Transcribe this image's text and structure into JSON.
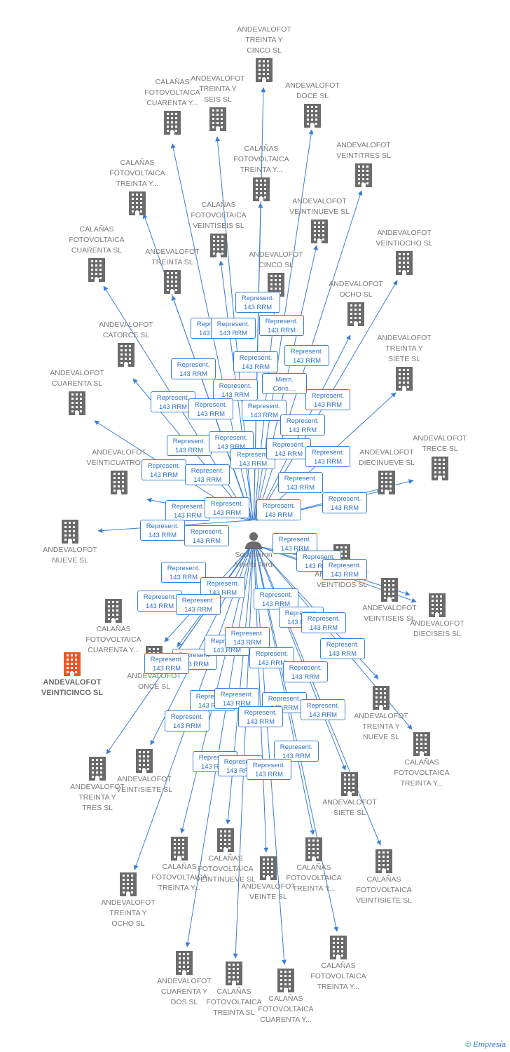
{
  "center": {
    "name_line1": "Soucheiron",
    "name_line2": "Almela Jordi"
  },
  "focus": {
    "line1": "ANDEVALOFOT",
    "line2": "VEINTICINCO SL"
  },
  "nodes": [
    {
      "id": "n1",
      "lines": [
        "ANDEVALOFOT",
        "TREINTA Y",
        "CINCO SL"
      ],
      "pos": "top"
    },
    {
      "id": "n2",
      "lines": [
        "CALAÑAS",
        "FOTOVOLTAICA",
        "CUARENTA Y..."
      ],
      "pos": "top"
    },
    {
      "id": "n3",
      "lines": [
        "ANDEVALOFOT",
        "TREINTA Y",
        "SEIS SL"
      ],
      "pos": "top"
    },
    {
      "id": "n4",
      "lines": [
        "ANDEVALOFOT",
        "DOCE SL"
      ],
      "pos": "top"
    },
    {
      "id": "n5",
      "lines": [
        "CALAÑAS",
        "FOTOVOLTAICA",
        "TREINTA Y..."
      ],
      "pos": "top"
    },
    {
      "id": "n6",
      "lines": [
        "ANDEVALOFOT",
        "VEINTITRES SL"
      ],
      "pos": "top"
    },
    {
      "id": "n7",
      "lines": [
        "CALAÑAS",
        "FOTOVOLTAICA",
        "TREINTA Y..."
      ],
      "pos": "top"
    },
    {
      "id": "n8",
      "lines": [
        "CALAÑAS",
        "FOTOVOLTAICA",
        "VEINTISEIS SL"
      ],
      "pos": "top"
    },
    {
      "id": "n9",
      "lines": [
        "ANDEVALOFOT",
        "VEINTINUEVE SL"
      ],
      "pos": "top"
    },
    {
      "id": "n10",
      "lines": [
        "CALAÑAS",
        "FOTOVOLTAICA",
        "CUARENTA SL"
      ],
      "pos": "top"
    },
    {
      "id": "n11",
      "lines": [
        "ANDEVALOFOT",
        "VEINTIOCHO SL"
      ],
      "pos": "top"
    },
    {
      "id": "n12",
      "lines": [
        "ANDEVALOFOT",
        "TREINTA SL"
      ],
      "pos": "top"
    },
    {
      "id": "n13",
      "lines": [
        "ANDEVALOFOT",
        "CINCO SL"
      ],
      "pos": "top"
    },
    {
      "id": "n14",
      "lines": [
        "ANDEVALOFOT",
        "OCHO SL"
      ],
      "pos": "top"
    },
    {
      "id": "n15",
      "lines": [
        "ANDEVALOFOT",
        "CATORCE SL"
      ],
      "pos": "top"
    },
    {
      "id": "n16",
      "lines": [
        "ANDEVALOFOT",
        "TREINTA Y",
        "SIETE SL"
      ],
      "pos": "top"
    },
    {
      "id": "n17",
      "lines": [
        "ANDEVALOFOT",
        "CUARENTA SL"
      ],
      "pos": "top"
    },
    {
      "id": "n18",
      "lines": [
        "ANDEVALOFOT",
        "TRECE SL"
      ],
      "pos": "top"
    },
    {
      "id": "n19",
      "lines": [
        "ANDEVALOFOT",
        "DIECINUEVE SL"
      ],
      "pos": "top"
    },
    {
      "id": "n20",
      "lines": [
        "ANDEVALOFOT",
        "VEINTICUATRO SL"
      ],
      "pos": "top"
    },
    {
      "id": "n21",
      "lines": [
        "ANDEVALOFOT",
        "NUEVE SL"
      ],
      "pos": "bottom"
    },
    {
      "id": "n22",
      "lines": [
        "ANDEVALOFOT",
        "VEINTIDOS SL"
      ],
      "pos": "bottom"
    },
    {
      "id": "n23",
      "lines": [
        "ANDEVALOFOT",
        "VEINTISEIS SL"
      ],
      "pos": "bottom"
    },
    {
      "id": "n24",
      "lines": [
        "ANDEVALOFOT",
        "DIECISEIS SL"
      ],
      "pos": "bottom"
    },
    {
      "id": "n25",
      "lines": [
        "CALAÑAS",
        "FOTOVOLTAICA",
        "CUARENTA Y..."
      ],
      "pos": "bottom"
    },
    {
      "id": "n26",
      "lines": [
        "ANDEVALOFOT",
        "ONCE SL"
      ],
      "pos": "bottom"
    },
    {
      "id": "n27",
      "lines": [
        "ANDEVALOFOT",
        "TREINTA Y",
        "NUEVE SL"
      ],
      "pos": "bottom"
    },
    {
      "id": "n28",
      "lines": [
        "CALAÑAS",
        "FOTOVOLTAICA",
        "TREINTA Y..."
      ],
      "pos": "bottom"
    },
    {
      "id": "n29",
      "lines": [
        "ANDEVALOFOT",
        "TREINTA Y",
        "TRES SL"
      ],
      "pos": "bottom"
    },
    {
      "id": "n30",
      "lines": [
        "ANDEVALOFOT",
        "VEINTISIETE SL"
      ],
      "pos": "bottom"
    },
    {
      "id": "n31",
      "lines": [
        "ANDEVALOFOT",
        "SIETE SL"
      ],
      "pos": "bottom"
    },
    {
      "id": "n32",
      "lines": [
        "CALAÑAS",
        "FOTOVOLTAICA",
        "TREINTA Y..."
      ],
      "pos": "bottom"
    },
    {
      "id": "n33",
      "lines": [
        "CALAÑAS",
        "FOTOVOLTAICA",
        "VEINTINUEVE SL"
      ],
      "pos": "bottom"
    },
    {
      "id": "n34",
      "lines": [
        "ANDEVALOFOT",
        "VEINTE SL"
      ],
      "pos": "bottom"
    },
    {
      "id": "n35",
      "lines": [
        "CALAÑAS",
        "FOTOVOLTAICA",
        "TREINTA Y..."
      ],
      "pos": "bottom"
    },
    {
      "id": "n36",
      "lines": [
        "CALAÑAS",
        "FOTOVOLTAICA",
        "VEINTISIETE SL"
      ],
      "pos": "bottom"
    },
    {
      "id": "n37",
      "lines": [
        "ANDEVALOFOT",
        "TREINTA Y",
        "OCHO SL"
      ],
      "pos": "bottom"
    },
    {
      "id": "n38",
      "lines": [
        "ANDEVALOFOT",
        "CUARENTA Y",
        "DOS SL"
      ],
      "pos": "bottom"
    },
    {
      "id": "n39",
      "lines": [
        "CALAÑAS",
        "FOTOVOLTAICA",
        "TREINTA SL"
      ],
      "pos": "bottom"
    },
    {
      "id": "n40",
      "lines": [
        "CALAÑAS",
        "FOTOVOLTAICA",
        "CUARENTA Y..."
      ],
      "pos": "bottom"
    },
    {
      "id": "n41",
      "lines": [
        "CALAÑAS",
        "FOTOVOLTAICA",
        "TREINTA Y..."
      ],
      "pos": "bottom"
    }
  ],
  "relation_label": {
    "line1": "Represent.",
    "line2": "143 RRM"
  },
  "member_label": {
    "line1": "Miem.",
    "line2": "Cons...."
  },
  "footer": {
    "copyright": "©",
    "brand": "Empresia"
  },
  "colors": {
    "edge": "#3a7fd5",
    "building": "#6b6b6b",
    "focus_building": "#e8582c",
    "person": "#6b6b6b"
  }
}
